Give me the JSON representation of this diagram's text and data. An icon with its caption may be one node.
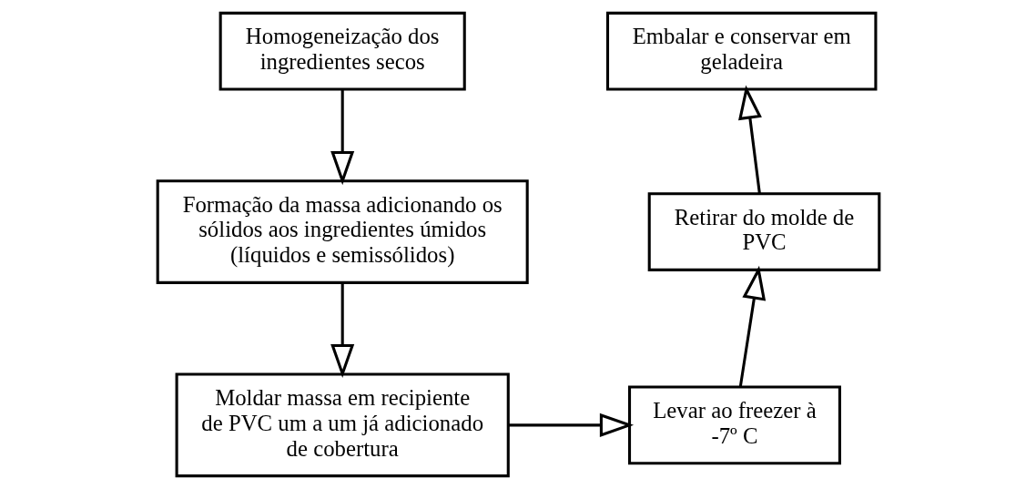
{
  "diagram": {
    "nodes": [
      {
        "text": [
          "Homogeneização dos ingredientes secos"
        ]
      },
      {
        "text": [
          "Formação da massa adicionando os sólidos aos ingredientes úmidos (líquidos e semissólidos)"
        ]
      },
      {
        "text": [
          "Moldar massa em recipiente de PVC um a um já adicionado de cobertura"
        ]
      },
      {
        "text": [
          "Levar ao freezer à -7º C"
        ]
      },
      {
        "text": [
          "Retirar do molde de PVC"
        ]
      },
      {
        "text": [
          "Embalar e conservar em geladeira"
        ]
      }
    ],
    "edges": [
      {
        "from": 0,
        "to": 1,
        "arrow": "to"
      },
      {
        "from": 1,
        "to": 2,
        "arrow": "to"
      },
      {
        "from": 2,
        "to": 3,
        "arrow": "to"
      },
      {
        "from": 3,
        "to": 4,
        "arrow": "to"
      },
      {
        "from": 4,
        "to": 5,
        "arrow": "to"
      }
    ]
  }
}
